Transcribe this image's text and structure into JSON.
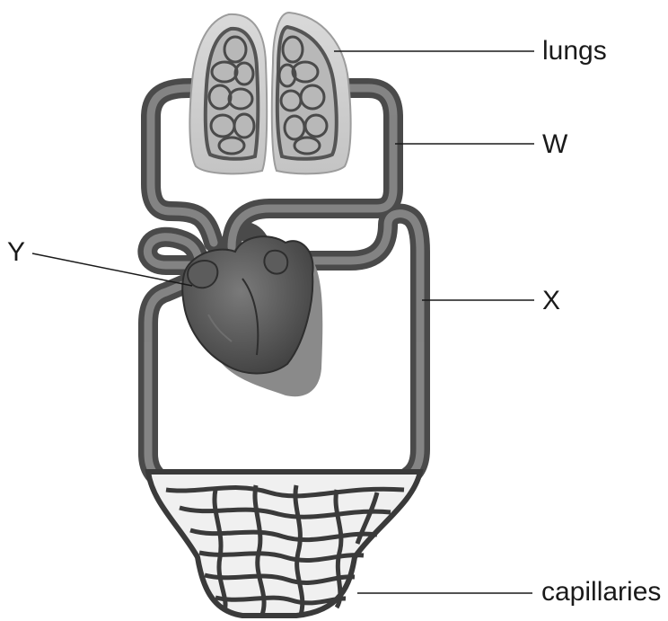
{
  "diagram": {
    "labels": {
      "lungs": "lungs",
      "w": "W",
      "x": "X",
      "y": "Y",
      "capillaries": "capillaries"
    }
  }
}
